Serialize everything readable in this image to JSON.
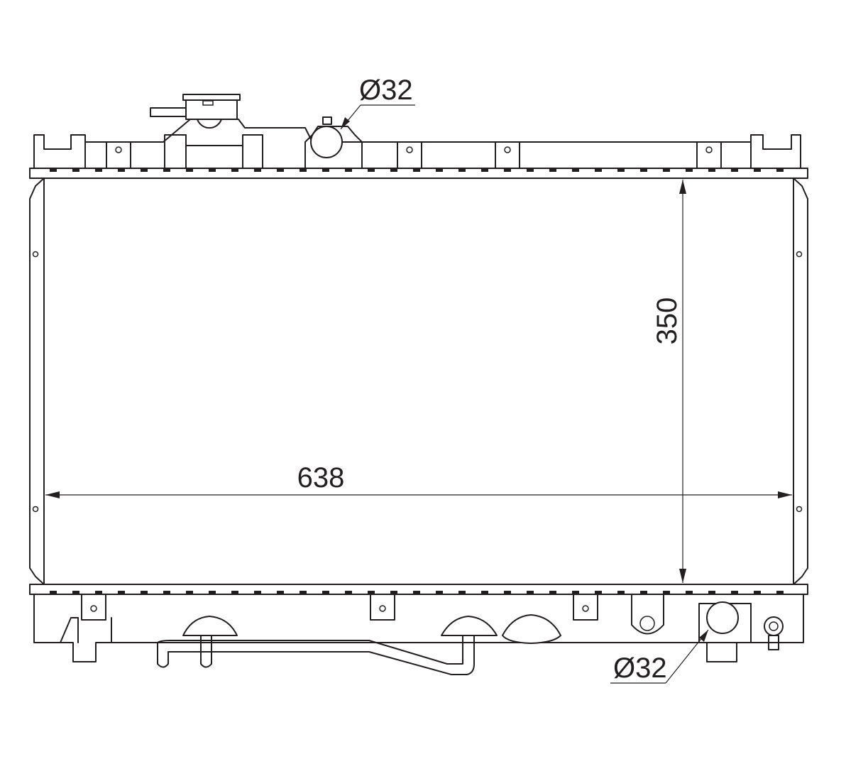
{
  "dimensions": {
    "width_label": "638",
    "height_label": "350",
    "inlet_diameter_label": "Ø32",
    "outlet_diameter_label": "Ø32"
  },
  "colors": {
    "line": "#231f20",
    "background": "#ffffff"
  }
}
